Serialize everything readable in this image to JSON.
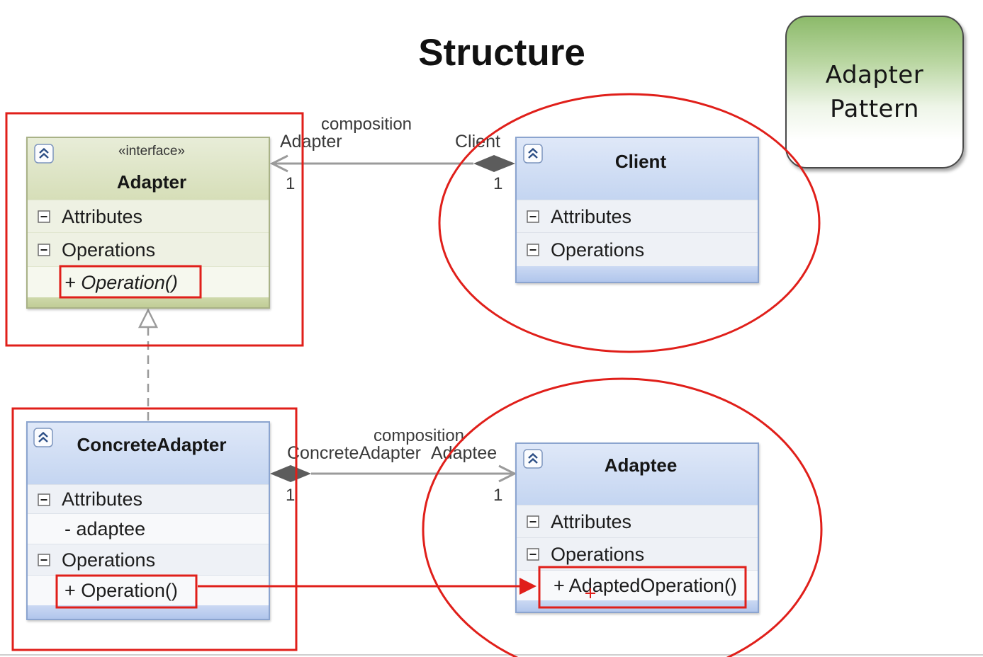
{
  "title": "Structure",
  "badge": {
    "line1": "Adapter",
    "line2": "Pattern"
  },
  "classes": {
    "adapter": {
      "stereotype": "«interface»",
      "name": "Adapter",
      "attributes_label": "Attributes",
      "operations_label": "Operations",
      "operations": [
        "+ Operation()"
      ]
    },
    "client": {
      "name": "Client",
      "attributes_label": "Attributes",
      "operations_label": "Operations"
    },
    "concrete_adapter": {
      "name": "ConcreteAdapter",
      "attributes_label": "Attributes",
      "attributes": [
        "- adaptee"
      ],
      "operations_label": "Operations",
      "operations": [
        "+ Operation()"
      ]
    },
    "adaptee": {
      "name": "Adaptee",
      "attributes_label": "Attributes",
      "operations_label": "Operations",
      "operations": [
        "+ AdaptedOperation()"
      ]
    }
  },
  "associations": [
    {
      "label": "composition",
      "end_a_role": "Adapter",
      "end_a_multiplicity": "1",
      "end_b_role": "Client",
      "end_b_multiplicity": "1"
    },
    {
      "label": "composition",
      "end_a_role": "ConcreteAdapter",
      "end_a_multiplicity": "1",
      "end_b_role": "Adaptee",
      "end_b_multiplicity": "1"
    }
  ],
  "icons": {
    "collapse": "double-chevron-up-icon",
    "section_toggle": "minus-box-icon",
    "cursor": "crosshair-icon"
  },
  "colors": {
    "highlight": "#e01f1a",
    "connector": "#9b9b9b",
    "diamond": "#5c5c5c",
    "interface_header": "#d6deb8",
    "class_header": "#c4d5f1",
    "badge_green": "#8cba6a"
  }
}
